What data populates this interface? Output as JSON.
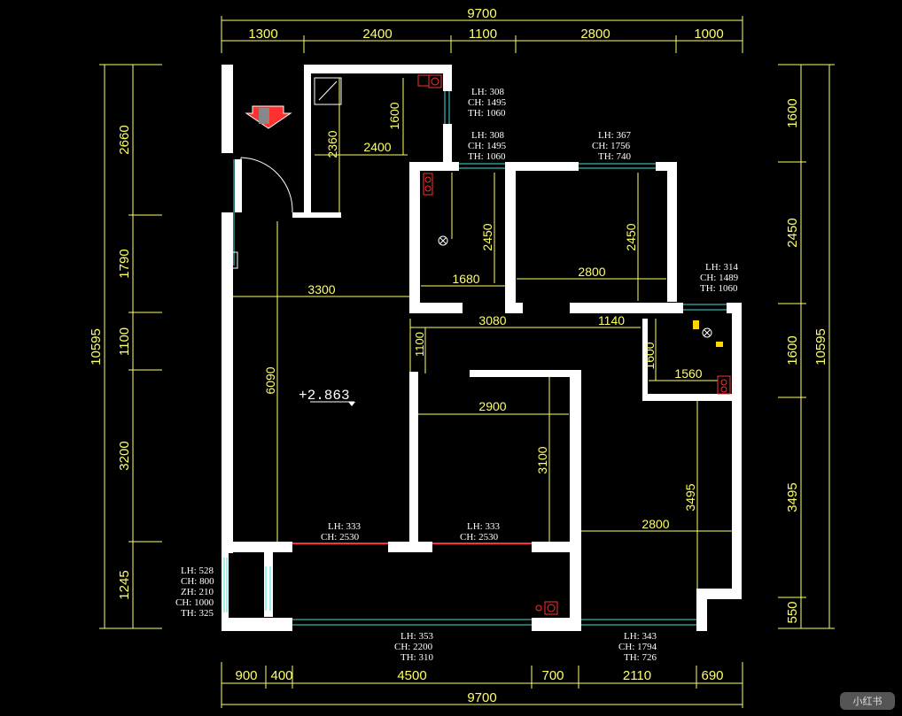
{
  "colors": {
    "background": "#000000",
    "wall": "#ffffff",
    "dimension": "#ffff66",
    "window": "#40e0e0",
    "fixture": "#ff3030"
  },
  "top_dims": {
    "total": "9700",
    "segments": [
      "1300",
      "2400",
      "1100",
      "2800",
      "1000"
    ]
  },
  "bottom_dims": {
    "total": "9700",
    "segments": [
      "900",
      "400",
      "4500",
      "700",
      "2110",
      "690"
    ]
  },
  "left_dims": {
    "total": "10595",
    "segments": [
      "2660",
      "1790",
      "1100",
      "3200",
      "1245"
    ]
  },
  "right_dims": {
    "total": "10595",
    "segments": [
      "1600",
      "2450",
      "1600",
      "3495",
      "550"
    ]
  },
  "interior_dims": {
    "d1600_top": "1600",
    "d2360": "2360",
    "d2400": "2400",
    "d2450_a": "2450",
    "d1680": "1680",
    "d2450_b": "2450",
    "d2800_a": "2800",
    "d3300": "3300",
    "d3080": "3080",
    "d1140": "1140",
    "d1100": "1100",
    "d1600_right": "1600",
    "d1560": "1560",
    "d6090": "6090",
    "d2900": "2900",
    "d3100": "3100",
    "d3495": "3495",
    "d2800_b": "2800"
  },
  "elevation": "+2.863",
  "window_notes": {
    "w1": [
      "LH: 308",
      "CH: 1495",
      "TH: 1060"
    ],
    "w2": [
      "LH: 308",
      "CH: 1495",
      "TH: 1060"
    ],
    "w3": [
      "LH: 367",
      "CH: 1756",
      "TH: 740"
    ],
    "w4": [
      "LH: 314",
      "CH: 1489",
      "TH: 1060"
    ],
    "w5": [
      "LH: 333",
      "CH: 2530"
    ],
    "w6": [
      "LH: 333",
      "CH: 2530"
    ],
    "w7": [
      "LH: 528",
      "CH: 800",
      "ZH: 210",
      "CH: 1000",
      "TH: 325"
    ],
    "w8": [
      "LH: 353",
      "CH: 2200",
      "TH: 310"
    ],
    "w9": [
      "LH: 343",
      "CH: 1794",
      "TH: 726"
    ]
  },
  "watermark": "小红书"
}
